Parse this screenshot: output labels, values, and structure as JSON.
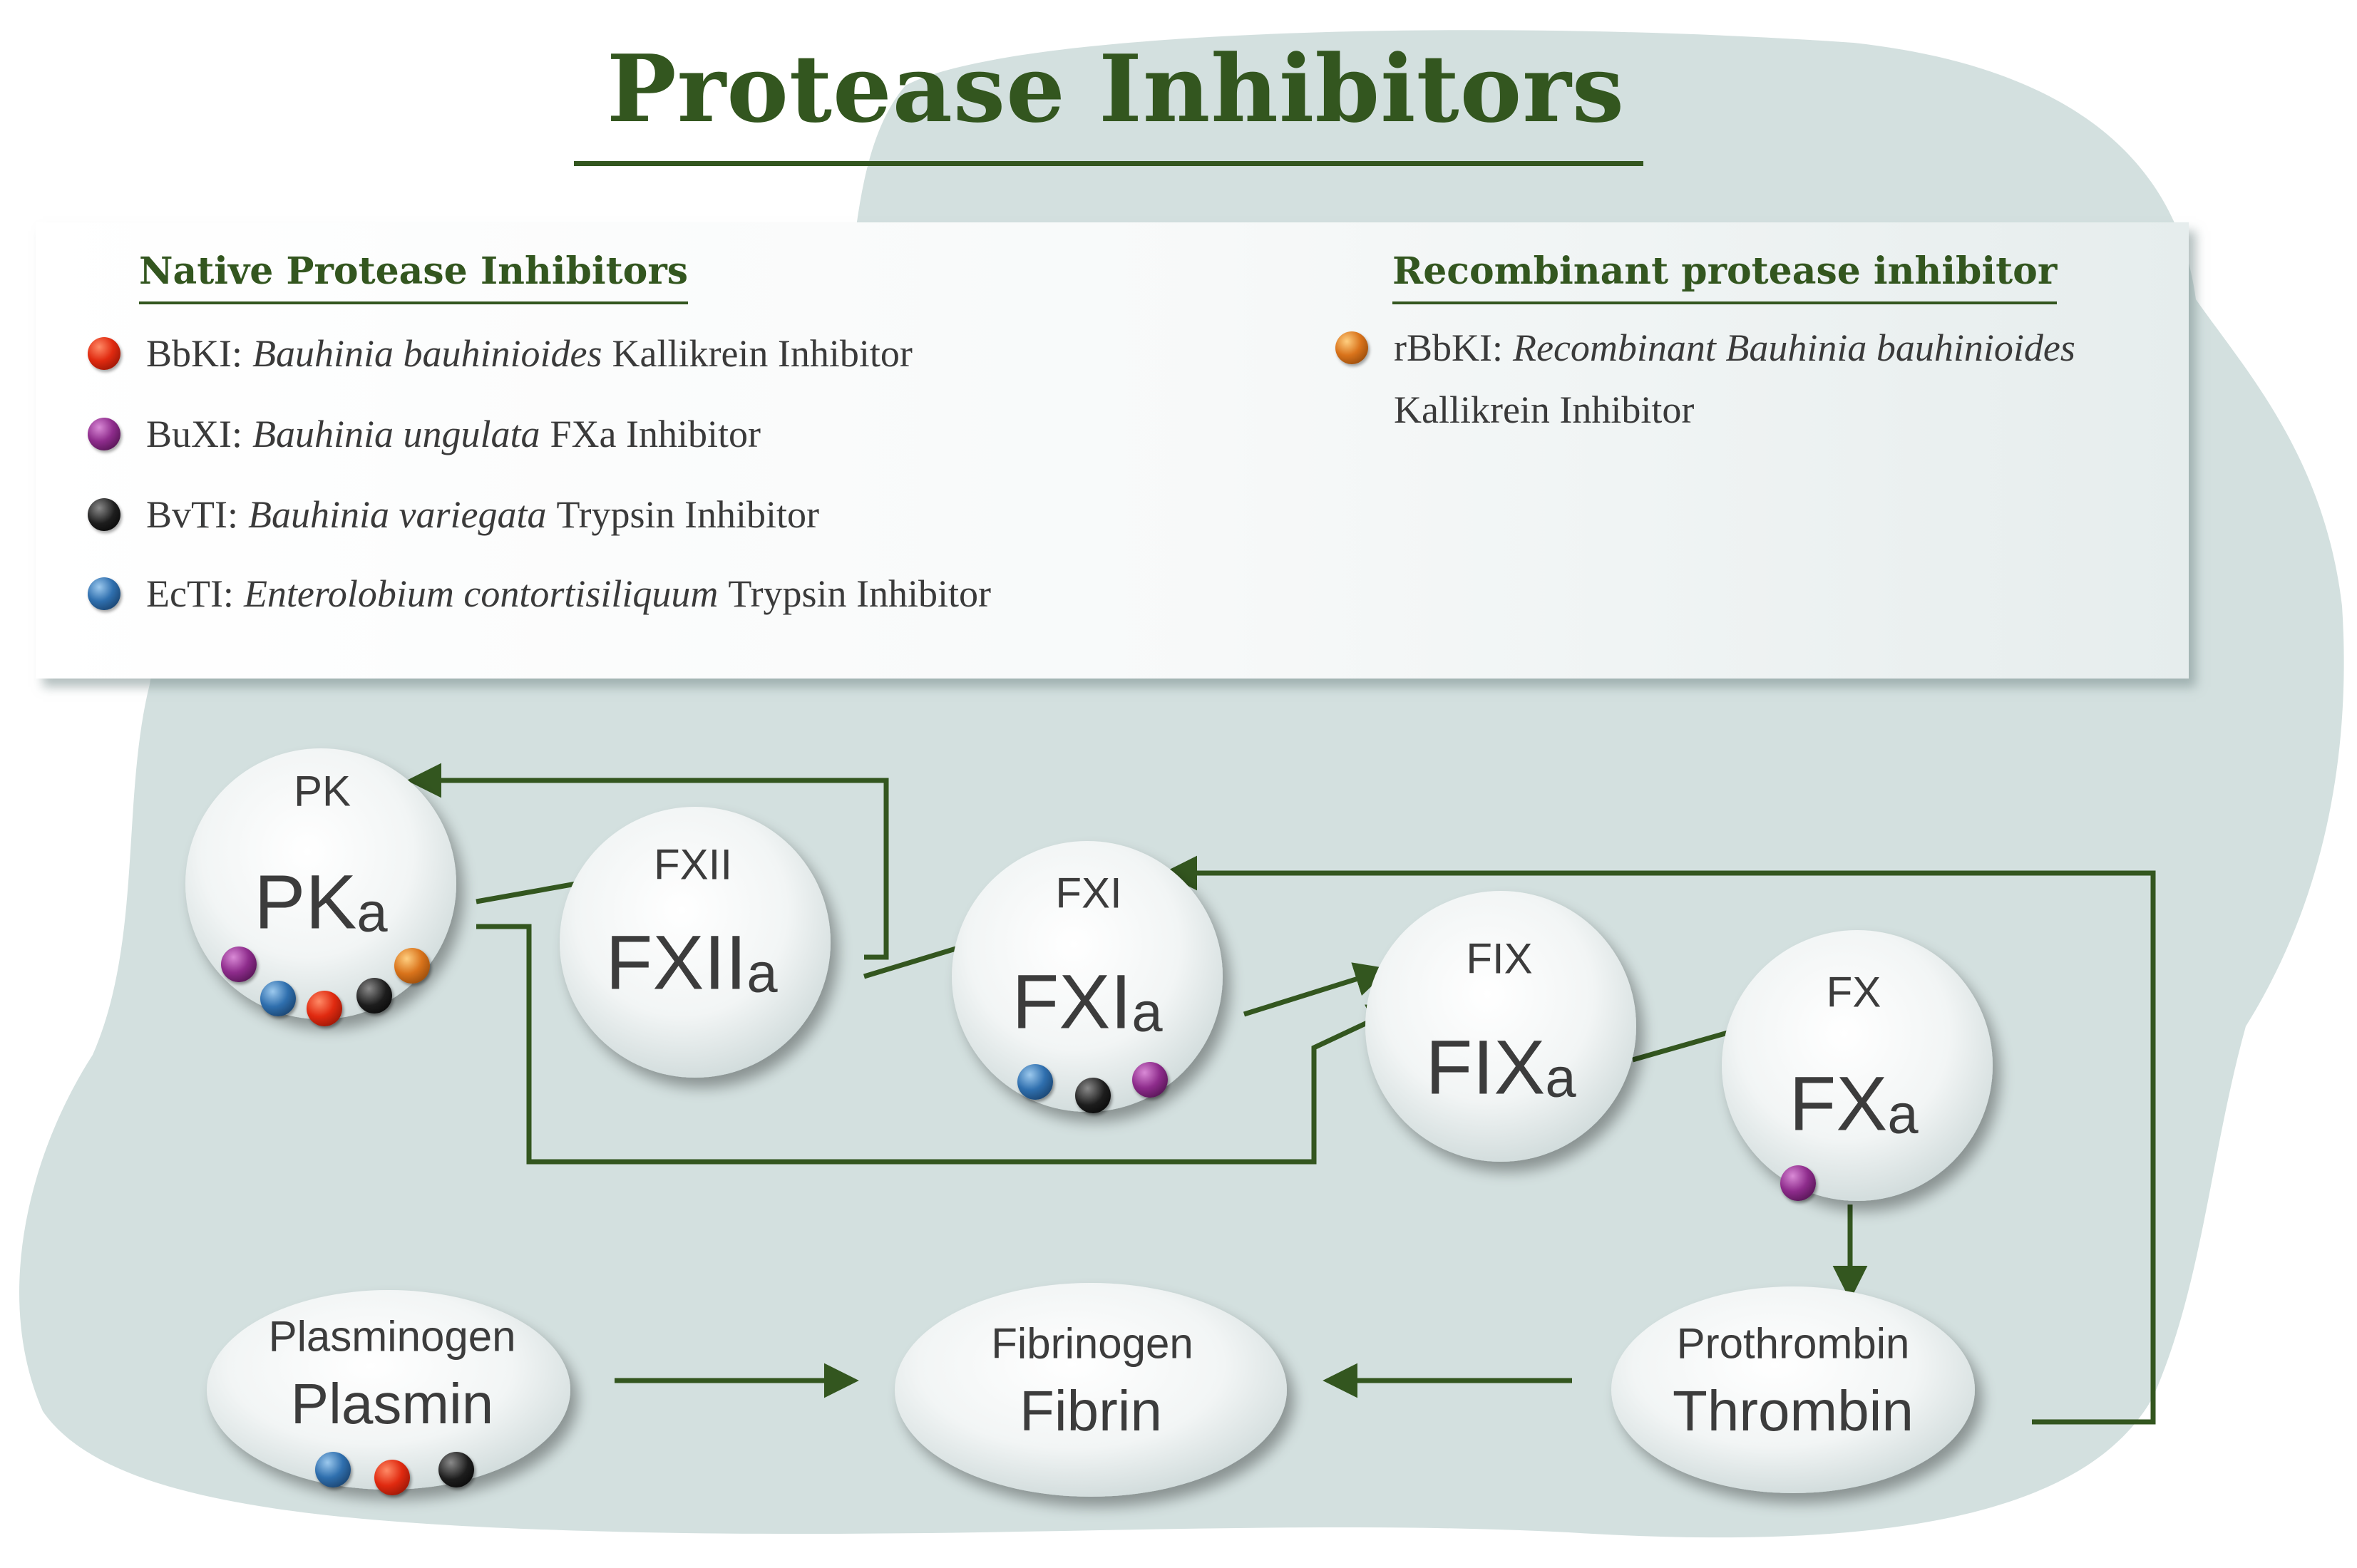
{
  "title": "Protease Inhibitors",
  "legend": {
    "native": {
      "heading": "Native Protease Inhibitors",
      "items": [
        {
          "code": "BbKI:",
          "species": "Bauhinia bauhinioides",
          "suffix": "Kallikrein Inhibitor",
          "color": "#d8321a"
        },
        {
          "code": "BuXI:",
          "species": "Bauhinia ungulata",
          "suffix": "FXa Inhibitor",
          "color": "#8e2c8c"
        },
        {
          "code": "BvTI:",
          "species": "Bauhinia variegata",
          "suffix": "Trypsin Inhibitor",
          "color": "#1d1d1d"
        },
        {
          "code": "EcTI:",
          "species": "Enterolobium contortisiliquum",
          "suffix": "Trypsin Inhibitor",
          "color": "#2f6fae"
        }
      ]
    },
    "recombinant": {
      "heading": "Recombinant protease inhibitor",
      "items": [
        {
          "code": "rBbKI:",
          "species": "Recombinant Bauhinia bauhinioides",
          "suffix": "Kallikrein Inhibitor",
          "color": "#d9731b"
        }
      ]
    }
  },
  "nodes": {
    "pk": {
      "zymogen": "PK",
      "active": "PK",
      "sub": "a"
    },
    "fxii": {
      "zymogen": "FXII",
      "active": "FXII",
      "sub": "a"
    },
    "fxi": {
      "zymogen": "FXI",
      "active": "FXI",
      "sub": "a"
    },
    "fix": {
      "zymogen": "FIX",
      "active": "FIX",
      "sub": "a"
    },
    "fx": {
      "zymogen": "FX",
      "active": "FX",
      "sub": "a"
    },
    "plasmin": {
      "zymogen": "Plasminogen",
      "active": "Plasmin"
    },
    "fibrin": {
      "zymogen": "Fibrinogen",
      "active": "Fibrin"
    },
    "thrombin": {
      "zymogen": "Prothrombin",
      "active": "Thrombin"
    }
  },
  "node_inhibitors": {
    "pk": [
      "BuXI",
      "EcTI",
      "BbKI",
      "BvTI",
      "rBbKI"
    ],
    "fxi": [
      "EcTI",
      "BvTI",
      "BuXI"
    ],
    "fx": [
      "BuXI"
    ],
    "plasmin": [
      "EcTI",
      "BbKI",
      "BvTI"
    ]
  },
  "colors": {
    "accent": "#33561f",
    "background_blob": "#d3e0df",
    "node_fill": "#f6f8f8"
  }
}
